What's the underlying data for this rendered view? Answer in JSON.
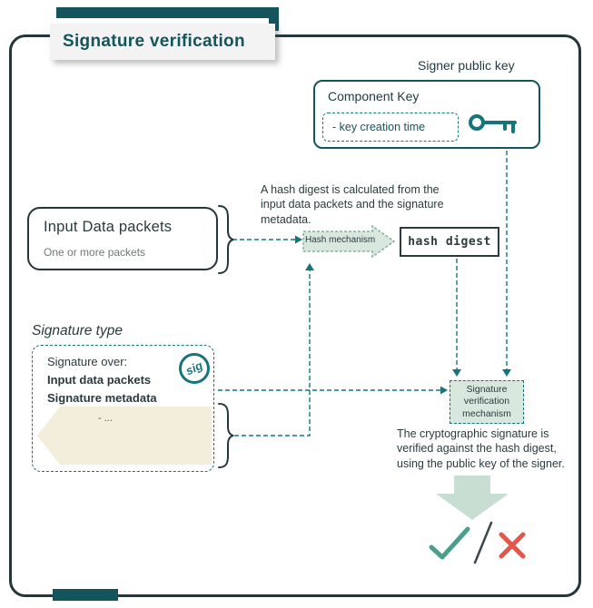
{
  "title": "Signature verification",
  "signer_key": {
    "label": "Signer public key",
    "box_title": "Component Key",
    "attribute": "- key creation time"
  },
  "input": {
    "title": "Input Data packets",
    "subtitle": "One or more packets"
  },
  "hash": {
    "note": "A hash digest is calculated from the input data packets and the signature metadata.",
    "mechanism_label": "Hash mechanism",
    "digest_label": "hash digest"
  },
  "signature": {
    "section_label": "Signature type",
    "over_label": "Signature over:",
    "item_packets": "Input data packets",
    "item_metadata": "Signature metadata",
    "stamp_label": "sig",
    "metadata_detail": "- ..."
  },
  "verification": {
    "mechanism_label": "Signature verification mechanism",
    "note": "The cryptographic signature is verified against the hash digest, using the public key of the signer."
  },
  "result": {
    "pass_icon": "check",
    "separator": "slash",
    "fail_icon": "cross"
  },
  "colors": {
    "title_teal": "#14545c",
    "teal": "#16747b",
    "frame_dark": "#25363b",
    "light_green": "#d9e8de",
    "arrow_green": "#c9ded2",
    "beige": "#f2eedb",
    "check_green": "#48a08a",
    "cross_red": "#e4554b"
  }
}
